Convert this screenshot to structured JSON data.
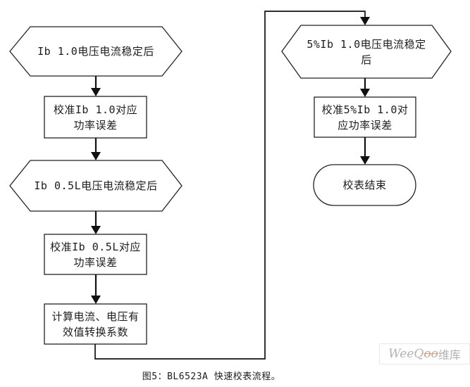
{
  "diagram": {
    "nodes": [
      {
        "id": "ib10-stable",
        "shape": "hexagon",
        "label": "Ib 1.0电压电流稳定后"
      },
      {
        "id": "cal-ib10",
        "shape": "process",
        "label": "校准Ib 1.0对应\n功率误差"
      },
      {
        "id": "ib05l-stable",
        "shape": "hexagon",
        "label": "Ib 0.5L电压电流稳定后"
      },
      {
        "id": "cal-ib05l",
        "shape": "process",
        "label": "校准Ib 0.5L对应\n功率误差"
      },
      {
        "id": "calc-rms",
        "shape": "process",
        "label": "计算电流、电压有\n效值转换系数"
      },
      {
        "id": "ib5pct-stable",
        "shape": "hexagon",
        "label": "5%Ib 1.0电压电流稳定\n后"
      },
      {
        "id": "cal-ib5pct",
        "shape": "process",
        "label": "校准5%Ib 1.0对\n应功率误差"
      },
      {
        "id": "end",
        "shape": "terminator",
        "label": "校表结束"
      }
    ],
    "caption": "图5：BL6523A 快速校表流程。",
    "watermark": {
      "prefix": "WeeQ",
      "accent": "oo",
      "suffix": "维库"
    },
    "colors": {
      "line": "#222222",
      "text": "#1c1c1c",
      "background": "#ffffff",
      "watermark_text": "#b3b3b5",
      "watermark_accent": "#d6a289",
      "watermark_border": "#e9e9e9"
    }
  }
}
